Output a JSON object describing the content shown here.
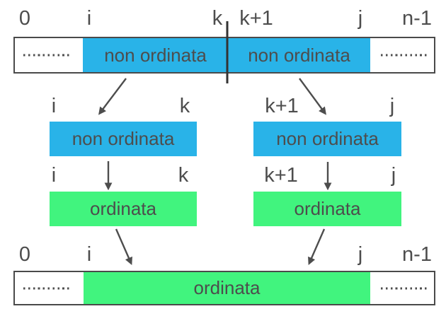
{
  "diagram": {
    "top_array": {
      "index_labels": {
        "start": "0",
        "i": "i",
        "k": "k",
        "k_plus_1": "k+1",
        "j": "j",
        "end": "n-1"
      },
      "left_segment_text": "non ordinata",
      "right_segment_text": "non ordinata"
    },
    "left_half": {
      "unsorted_start_label": "i",
      "unsorted_end_label": "k",
      "unsorted_text": "non ordinata",
      "sorted_start_label": "i",
      "sorted_end_label": "k",
      "sorted_text": "ordinata"
    },
    "right_half": {
      "unsorted_start_label": "k+1",
      "unsorted_end_label": "j",
      "unsorted_text": "non ordinata",
      "sorted_start_label": "k+1",
      "sorted_end_label": "j",
      "sorted_text": "ordinata"
    },
    "bottom_array": {
      "index_labels": {
        "start": "0",
        "i": "i",
        "j": "j",
        "end": "n-1"
      },
      "segment_text": "ordinata"
    },
    "colors": {
      "unsorted_fill": "#29b3e8",
      "sorted_fill": "#41f47e",
      "text": "#4d4d4d",
      "outline": "#4a4a4a",
      "arrow": "#4d4d4d",
      "divider": "#333333"
    }
  }
}
